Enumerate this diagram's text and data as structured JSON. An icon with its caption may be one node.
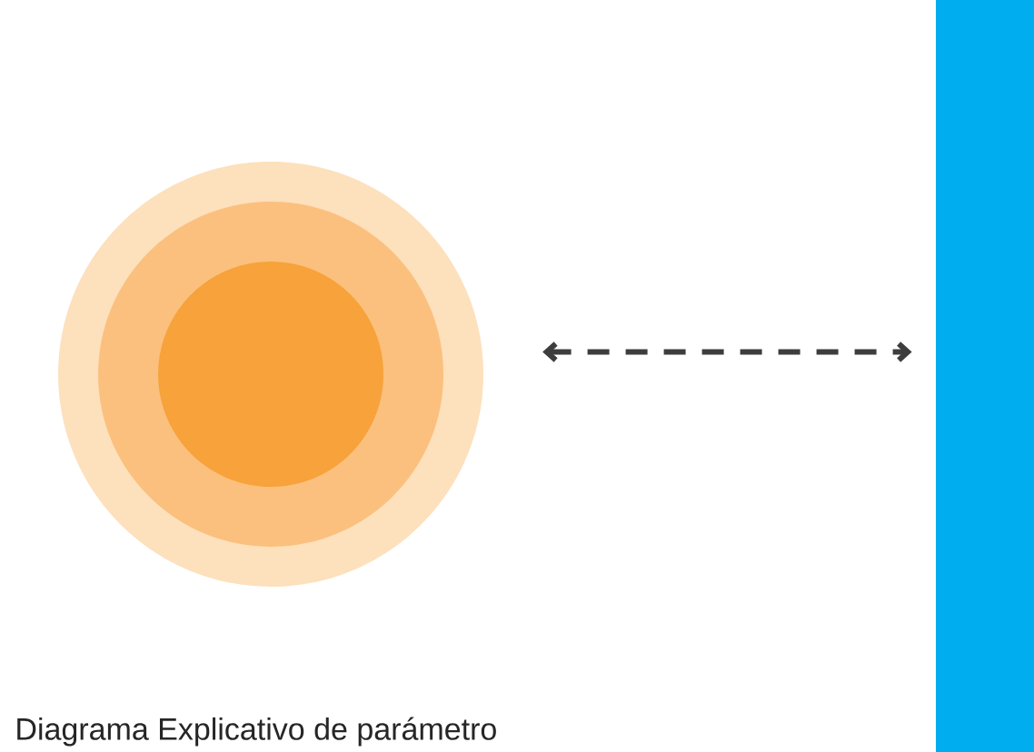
{
  "diagram": {
    "caption": "Diagrama Explicativo de parámetro",
    "nodes": [
      {
        "text": [],
        "shape": "circle"
      },
      {
        "text": [],
        "shape": "bar"
      }
    ],
    "edges": [
      {
        "from": 0,
        "to": 1,
        "arrow": "both",
        "style": "dashed"
      }
    ]
  }
}
